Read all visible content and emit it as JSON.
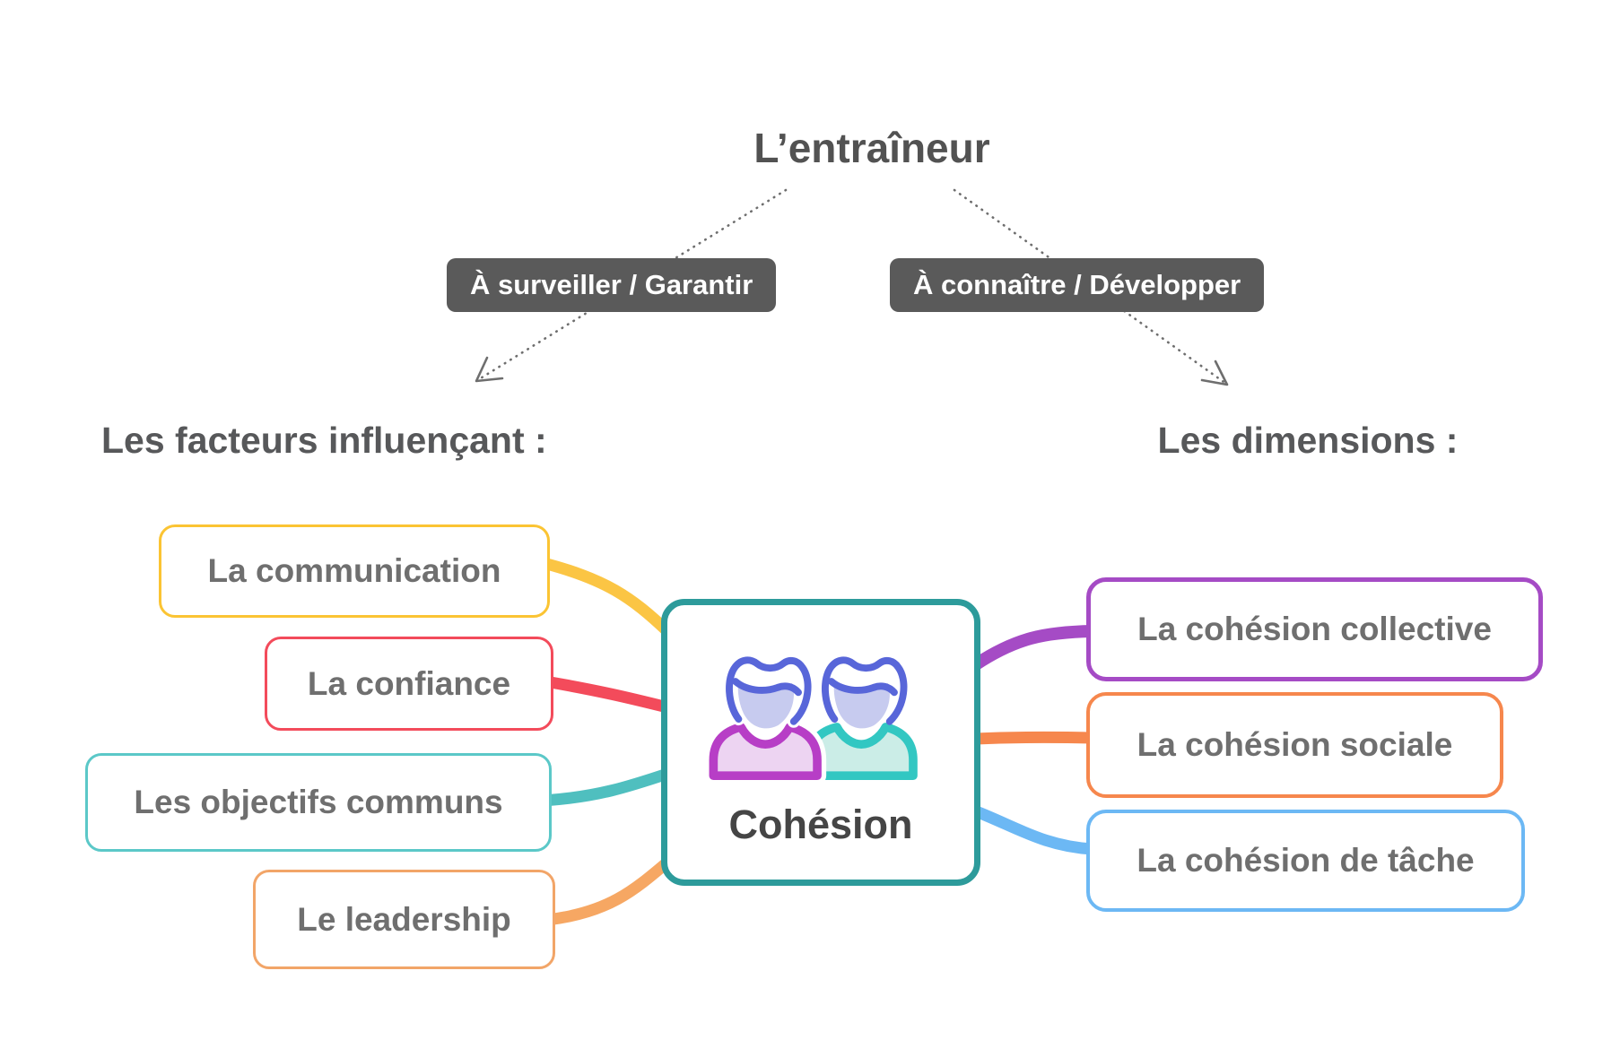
{
  "title": "L’entraîneur",
  "branches": {
    "left_badge": "À surveiller / Garantir",
    "right_badge": "À connaître / Développer"
  },
  "sections": {
    "left_heading": "Les facteurs influençant :",
    "right_heading": "Les dimensions :"
  },
  "center": {
    "label": "Cohésion",
    "icon": "two-people-icon",
    "border_color": "#2D9B9B",
    "icon_colors": {
      "hair": "#5866D9",
      "face": "#C7CBEF",
      "left_shirt_stroke": "#B73EC6",
      "left_shirt_fill": "#EDD4F2",
      "right_shirt_stroke": "#32C7C2",
      "right_shirt_fill": "#CBEDE7"
    }
  },
  "left_nodes": [
    {
      "label": "La communication",
      "color": "#FBC433"
    },
    {
      "label": "La confiance",
      "color": "#F34B5B"
    },
    {
      "label": "Les objectifs communs",
      "color": "#5BC8C8"
    },
    {
      "label": "Le leadership",
      "color": "#F2A568"
    }
  ],
  "right_nodes": [
    {
      "label": "La cohésion collective",
      "color": "#A54BC5"
    },
    {
      "label": "La cohésion sociale",
      "color": "#F6874D"
    },
    {
      "label": "La cohésion de tâche",
      "color": "#6CB8F4"
    }
  ],
  "curve_colors": {
    "communication": "#FBC544",
    "confiance": "#F34B5B",
    "objectifs": "#4FBFBF",
    "leadership": "#F6A763",
    "collective": "#A54BC5",
    "sociale": "#F6874D",
    "tache": "#6CB8F4"
  },
  "colors": {
    "badge_background": "#5A5A5A",
    "badge_text": "#FFFFFF",
    "title_text": "#525252",
    "heading_text": "#57585A",
    "node_text": "#6F6F6F",
    "connector_dotted": "#6E6E6E"
  }
}
